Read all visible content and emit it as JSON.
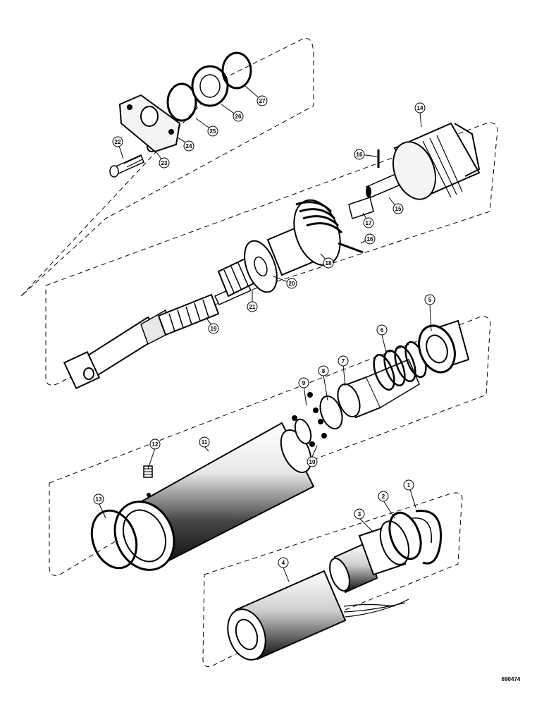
{
  "diagram": {
    "callouts": [
      "1",
      "2",
      "3",
      "4",
      "5",
      "6",
      "7",
      "8",
      "9",
      "10",
      "11",
      "12",
      "13",
      "14",
      "15",
      "16",
      "17",
      "16",
      "18",
      "19",
      "20",
      "21",
      "22",
      "23",
      "24",
      "25",
      "26",
      "27"
    ],
    "figure_code": "690474"
  }
}
